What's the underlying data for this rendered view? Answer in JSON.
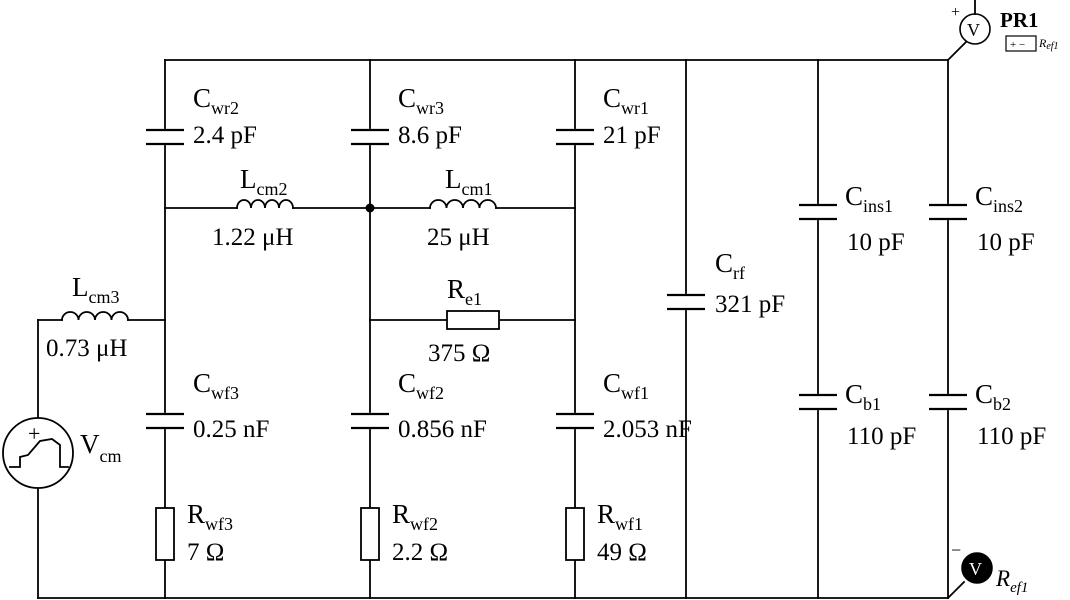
{
  "circuit": {
    "source": {
      "sym": "V",
      "sub": "cm"
    },
    "meter_top": {
      "name": "PR1",
      "glyph": "V",
      "plus": "+",
      "box": "+ −",
      "box_ref": {
        "sym": "R",
        "sub": "ef1"
      }
    },
    "meter_bottom": {
      "glyph": "V",
      "minus": "−",
      "ref": {
        "sym": "R",
        "sub": "ef1"
      }
    },
    "components": {
      "Cwr2": {
        "sym": "C",
        "sub": "wr2",
        "value": "2.4 pF"
      },
      "Cwr3": {
        "sym": "C",
        "sub": "wr3",
        "value": "8.6 pF"
      },
      "Cwr1": {
        "sym": "C",
        "sub": "wr1",
        "value": "21 pF"
      },
      "Lcm2": {
        "sym": "L",
        "sub": "cm2",
        "value": "1.22 μH"
      },
      "Lcm1": {
        "sym": "L",
        "sub": "cm1",
        "value": "25 μH"
      },
      "Lcm3": {
        "sym": "L",
        "sub": "cm3",
        "value": "0.73 μH"
      },
      "Re1": {
        "sym": "R",
        "sub": "e1",
        "value": "375 Ω"
      },
      "Cwf3": {
        "sym": "C",
        "sub": "wf3",
        "value": "0.25 nF"
      },
      "Cwf2": {
        "sym": "C",
        "sub": "wf2",
        "value": "0.856 nF"
      },
      "Cwf1": {
        "sym": "C",
        "sub": "wf1",
        "value": "2.053 nF"
      },
      "Rwf3": {
        "sym": "R",
        "sub": "wf3",
        "value": "7 Ω"
      },
      "Rwf2": {
        "sym": "R",
        "sub": "wf2",
        "value": "2.2 Ω"
      },
      "Rwf1": {
        "sym": "R",
        "sub": "wf1",
        "value": "49 Ω"
      },
      "Crf": {
        "sym": "C",
        "sub": "rf",
        "value": "321 pF"
      },
      "Cins1": {
        "sym": "C",
        "sub": "ins1",
        "value": "10 pF"
      },
      "Cins2": {
        "sym": "C",
        "sub": "ins2",
        "value": "10 pF"
      },
      "Cb1": {
        "sym": "C",
        "sub": "b1",
        "value": "110 pF"
      },
      "Cb2": {
        "sym": "C",
        "sub": "b2",
        "value": "110 pF"
      }
    }
  }
}
